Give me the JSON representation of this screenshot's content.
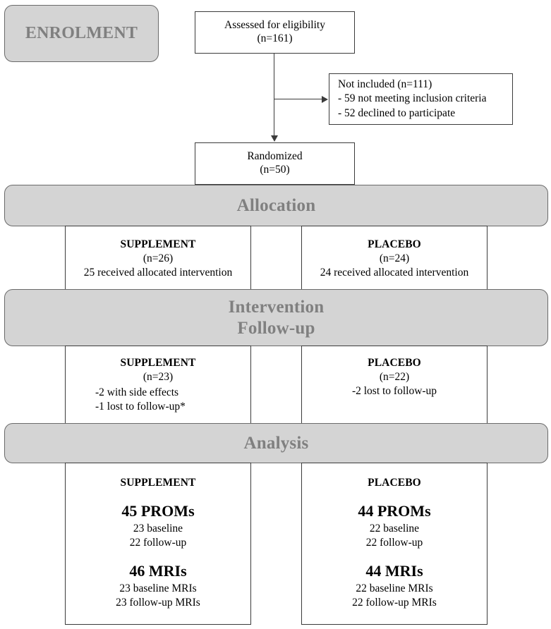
{
  "diagram": {
    "title": "CONSORT participant flow diagram",
    "colors": {
      "banner_fill": "#d4d4d4",
      "banner_text": "#808080",
      "box_border": "#3b3b3b",
      "page_background": "#ffffff"
    }
  },
  "stages": {
    "enrolment_label": "ENROLMENT",
    "allocation_label": "Allocation",
    "intervention_label_line1": "Intervention",
    "intervention_label_line2": "Follow-up",
    "analysis_label": "Analysis"
  },
  "enrolment": {
    "assessed": {
      "line1": "Assessed for eligibility",
      "line2": "(n=161)"
    },
    "excluded": {
      "line1": "Not included  (n=111)",
      "line2": "- 59 not meeting inclusion criteria",
      "line3": "- 52 declined to participate"
    },
    "randomized": {
      "line1": "Randomized",
      "line2": "(n=50)"
    }
  },
  "allocation": {
    "supplement": {
      "title": "SUPPLEMENT",
      "n": "(n=26)",
      "detail": "25 received allocated intervention"
    },
    "placebo": {
      "title": "PLACEBO",
      "n": "(n=24)",
      "detail": "24 received allocated intervention"
    }
  },
  "intervention": {
    "supplement": {
      "title": "SUPPLEMENT",
      "n": "(n=23)",
      "detail1": "-2 with side effects",
      "detail2": "-1 lost to follow-up*"
    },
    "placebo": {
      "title": "PLACEBO",
      "n": "(n=22)",
      "detail1": "-2 lost to follow-up"
    }
  },
  "analysis": {
    "supplement": {
      "title": "SUPPLEMENT",
      "proms_total": "45 PROMs",
      "proms_baseline": "23 baseline",
      "proms_followup": "22 follow-up",
      "mri_total": "46 MRIs",
      "mri_baseline": "23 baseline MRIs",
      "mri_followup": "23 follow-up MRIs"
    },
    "placebo": {
      "title": "PLACEBO",
      "proms_total": "44 PROMs",
      "proms_baseline": "22 baseline",
      "proms_followup": "22 follow-up",
      "mri_total": "44 MRIs",
      "mri_baseline": "22 baseline MRIs",
      "mri_followup": "22 follow-up MRIs"
    }
  },
  "chart_data": {
    "type": "diagram",
    "title": "CONSORT flow diagram",
    "nodes": [
      {
        "id": "assessed",
        "label": "Assessed for eligibility",
        "n": 161,
        "stage": "enrolment"
      },
      {
        "id": "excluded",
        "label": "Not included",
        "n": 111,
        "stage": "enrolment",
        "reasons": [
          {
            "label": "not meeting inclusion criteria",
            "n": 59
          },
          {
            "label": "declined to participate",
            "n": 52
          }
        ]
      },
      {
        "id": "randomized",
        "label": "Randomized",
        "n": 50,
        "stage": "enrolment"
      },
      {
        "id": "alloc_supplement",
        "label": "SUPPLEMENT",
        "n": 26,
        "stage": "allocation",
        "received": 25
      },
      {
        "id": "alloc_placebo",
        "label": "PLACEBO",
        "n": 24,
        "stage": "allocation",
        "received": 24
      },
      {
        "id": "interv_supplement",
        "label": "SUPPLEMENT",
        "n": 23,
        "stage": "intervention",
        "losses": [
          {
            "label": "with side effects",
            "n": 2
          },
          {
            "label": "lost to follow-up*",
            "n": 1
          }
        ]
      },
      {
        "id": "interv_placebo",
        "label": "PLACEBO",
        "n": 22,
        "stage": "intervention",
        "losses": [
          {
            "label": "lost to follow-up",
            "n": 2
          }
        ]
      },
      {
        "id": "analysis_supplement",
        "label": "SUPPLEMENT",
        "stage": "analysis",
        "proms": {
          "total": 45,
          "baseline": 23,
          "followup": 22
        },
        "mris": {
          "total": 46,
          "baseline": 23,
          "followup": 23
        }
      },
      {
        "id": "analysis_placebo",
        "label": "PLACEBO",
        "stage": "analysis",
        "proms": {
          "total": 44,
          "baseline": 22,
          "followup": 22
        },
        "mris": {
          "total": 44,
          "baseline": 22,
          "followup": 22
        }
      }
    ],
    "edges": [
      {
        "from": "assessed",
        "to": "excluded"
      },
      {
        "from": "assessed",
        "to": "randomized"
      },
      {
        "from": "randomized",
        "to": "alloc_supplement"
      },
      {
        "from": "randomized",
        "to": "alloc_placebo"
      },
      {
        "from": "alloc_supplement",
        "to": "interv_supplement"
      },
      {
        "from": "alloc_placebo",
        "to": "interv_placebo"
      },
      {
        "from": "interv_supplement",
        "to": "analysis_supplement"
      },
      {
        "from": "interv_placebo",
        "to": "analysis_placebo"
      }
    ]
  }
}
